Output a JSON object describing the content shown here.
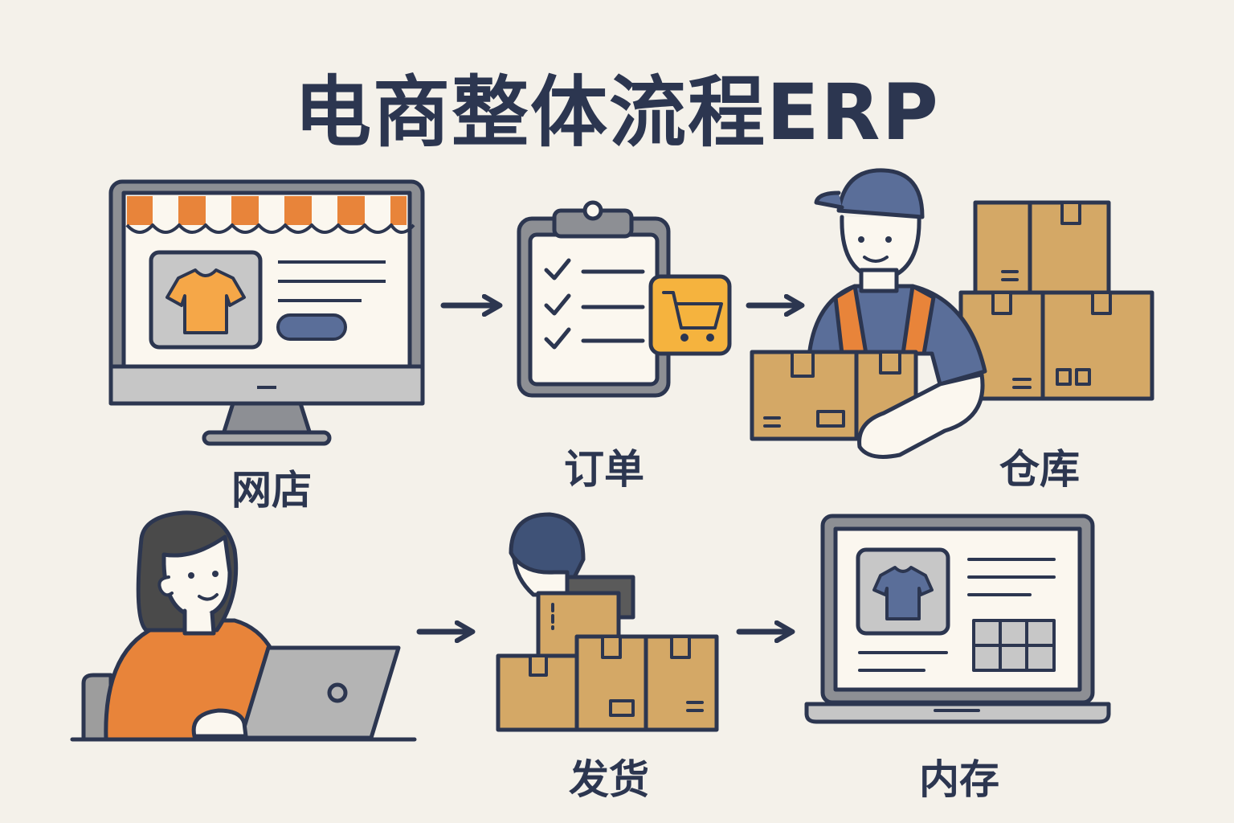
{
  "title": "电商整体流程ERP",
  "steps": [
    {
      "id": "shop",
      "label": "网店",
      "icon": "storefront-monitor-icon"
    },
    {
      "id": "order",
      "label": "订单",
      "icon": "clipboard-cart-icon"
    },
    {
      "id": "warehouse",
      "label": "仓库",
      "icon": "worker-boxes-icon"
    },
    {
      "id": "customer",
      "label": "",
      "icon": "woman-laptop-icon"
    },
    {
      "id": "shipping",
      "label": "发货",
      "icon": "boxes-stack-icon"
    },
    {
      "id": "inventory",
      "label": "内存",
      "icon": "laptop-inventory-icon"
    }
  ],
  "colors": {
    "ink": "#2c3650",
    "orange": "#e8843a",
    "box": "#d4a866",
    "blue": "#5a6e99",
    "gray": "#a9a9a9",
    "yellow": "#f5b33e",
    "background": "#f4f1ea"
  }
}
